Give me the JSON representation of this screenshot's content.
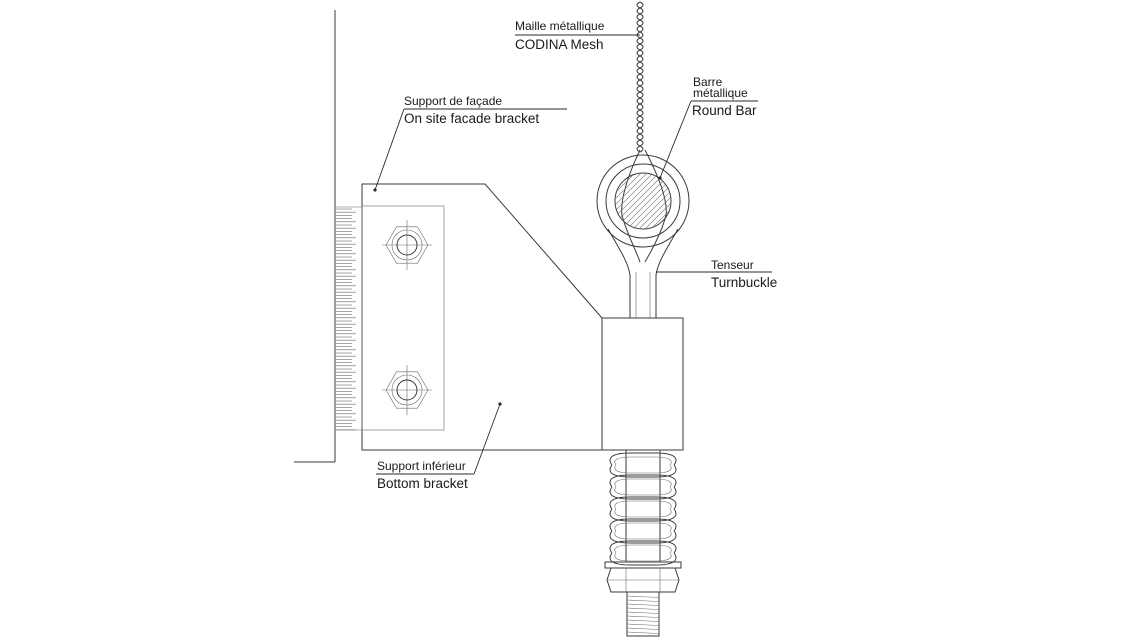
{
  "labels": {
    "mesh": {
      "fr": "Maille métallique",
      "en": "CODINA Mesh"
    },
    "round_bar": {
      "fr_line1": "Barre",
      "fr_line2": "métallique",
      "en": "Round Bar"
    },
    "facade_bracket": {
      "fr": "Support de façade",
      "en": "On site facade bracket"
    },
    "turnbuckle": {
      "fr": "Tenseur",
      "en": "Turnbuckle"
    },
    "bottom_bracket": {
      "fr": "Support inférieur",
      "en": "Bottom bracket"
    }
  },
  "colors": {
    "line": "#3a3a3a",
    "text": "#1a1a1a",
    "background": "#ffffff"
  }
}
